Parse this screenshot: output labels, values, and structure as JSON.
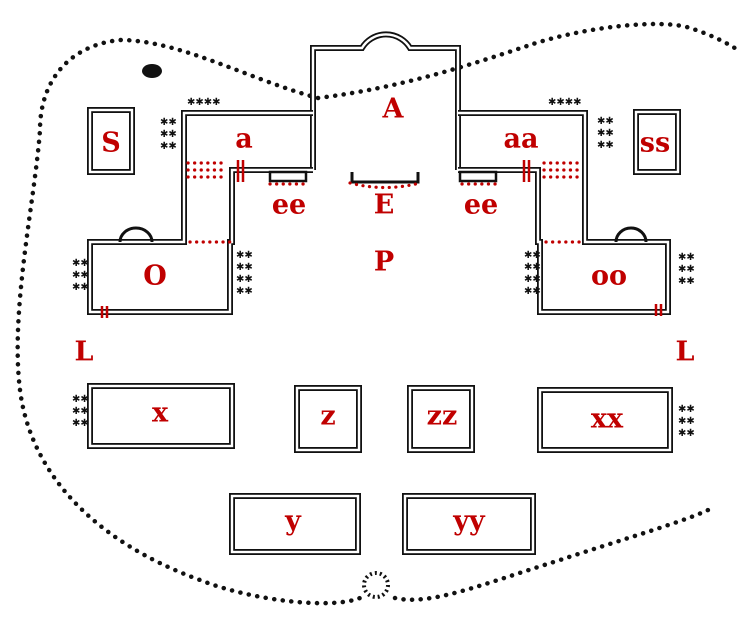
{
  "colors": {
    "label": "#c00000",
    "line": "#111111",
    "marker": "#c00000",
    "background": "#ffffff"
  },
  "labels": {
    "A": "A",
    "a": "a",
    "aa": "aa",
    "S": "S",
    "ss": "ss",
    "ee_left": "ee",
    "E": "E",
    "ee_right": "ee",
    "P": "P",
    "O": "O",
    "oo": "oo",
    "L_left": "L",
    "L_right": "L",
    "x": "x",
    "z": "z",
    "zz": "zz",
    "xx": "xx",
    "y": "y",
    "yy": "yy"
  },
  "icons": {
    "tree": "tree-cluster-icon",
    "well": "well-icon",
    "pond": "pond-icon"
  }
}
